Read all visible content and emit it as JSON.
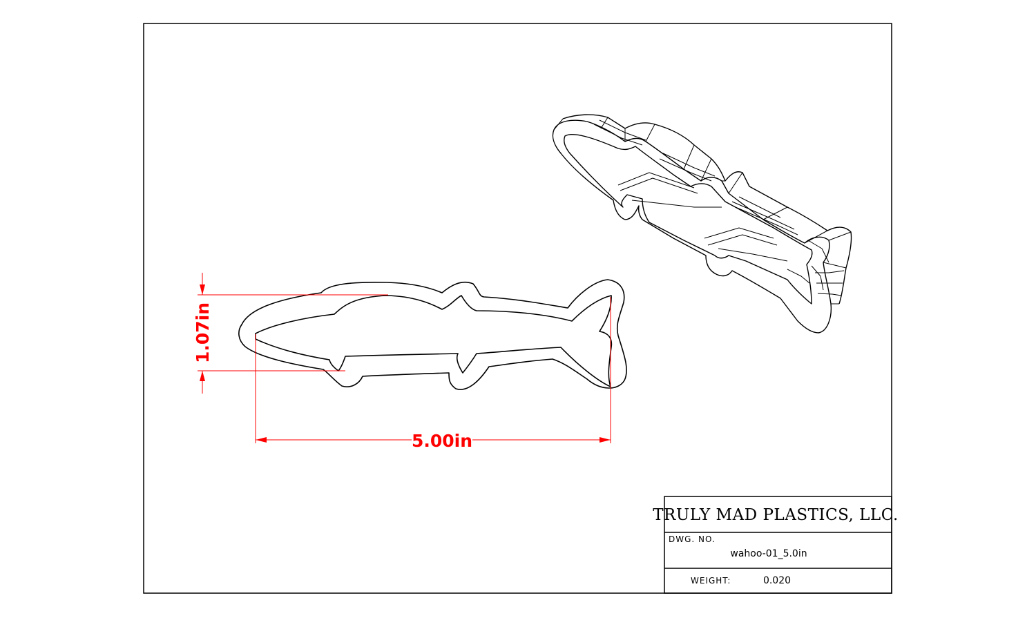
{
  "drawing": {
    "dimensions": {
      "height_label": "1.07in",
      "width_label": "5.00in"
    },
    "colors": {
      "dimension": "#ff0000",
      "linework": "#000000"
    }
  },
  "title_block": {
    "company": "TRULY MAD PLASTICS, LLC.",
    "dwg_no_label": "DWG. NO.",
    "dwg_no": "wahoo-01_5.0in",
    "weight_label": "WEIGHT:",
    "weight": "0.020"
  }
}
